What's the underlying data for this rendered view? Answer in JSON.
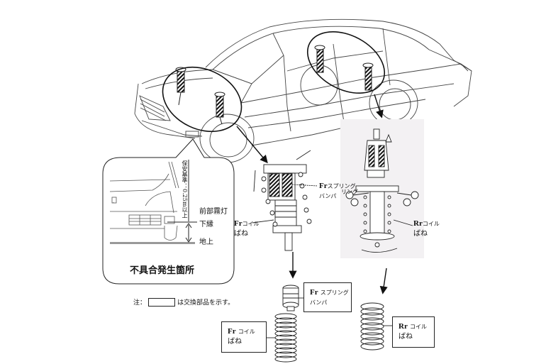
{
  "callout": {
    "title": "不具合発生箇所",
    "standard": "保安基準：0.25m以上",
    "fog_lamp": "前部霧灯",
    "lower_edge": "下縁",
    "ground": "地上"
  },
  "front_strut": {
    "bumper_label": {
      "prefix": "Fr",
      "line1": "スプリング",
      "line2": "バンパ"
    },
    "spring_label": {
      "prefix": "Fr",
      "line1": "コイル",
      "line2": "ばね"
    }
  },
  "rear_strut": {
    "bumper_label_partial": "リング",
    "spring_label": {
      "prefix": "Rr",
      "line1": "コイル",
      "line2": "ばね"
    }
  },
  "parts": {
    "fr_bumper": {
      "prefix": "Fr",
      "line1": "スプリング",
      "line2": "バンパ"
    },
    "fr_spring": {
      "prefix": "Fr",
      "line1": "コイル",
      "line2": "ばね"
    },
    "rr_spring": {
      "prefix": "Rr",
      "line1": "コイル",
      "line2": "ばね"
    }
  },
  "note": {
    "prefix": "注：",
    "suffix": "は交換部品を示す。"
  },
  "colors": {
    "line": "#222222",
    "strut_bg": "#f3f1f3"
  }
}
